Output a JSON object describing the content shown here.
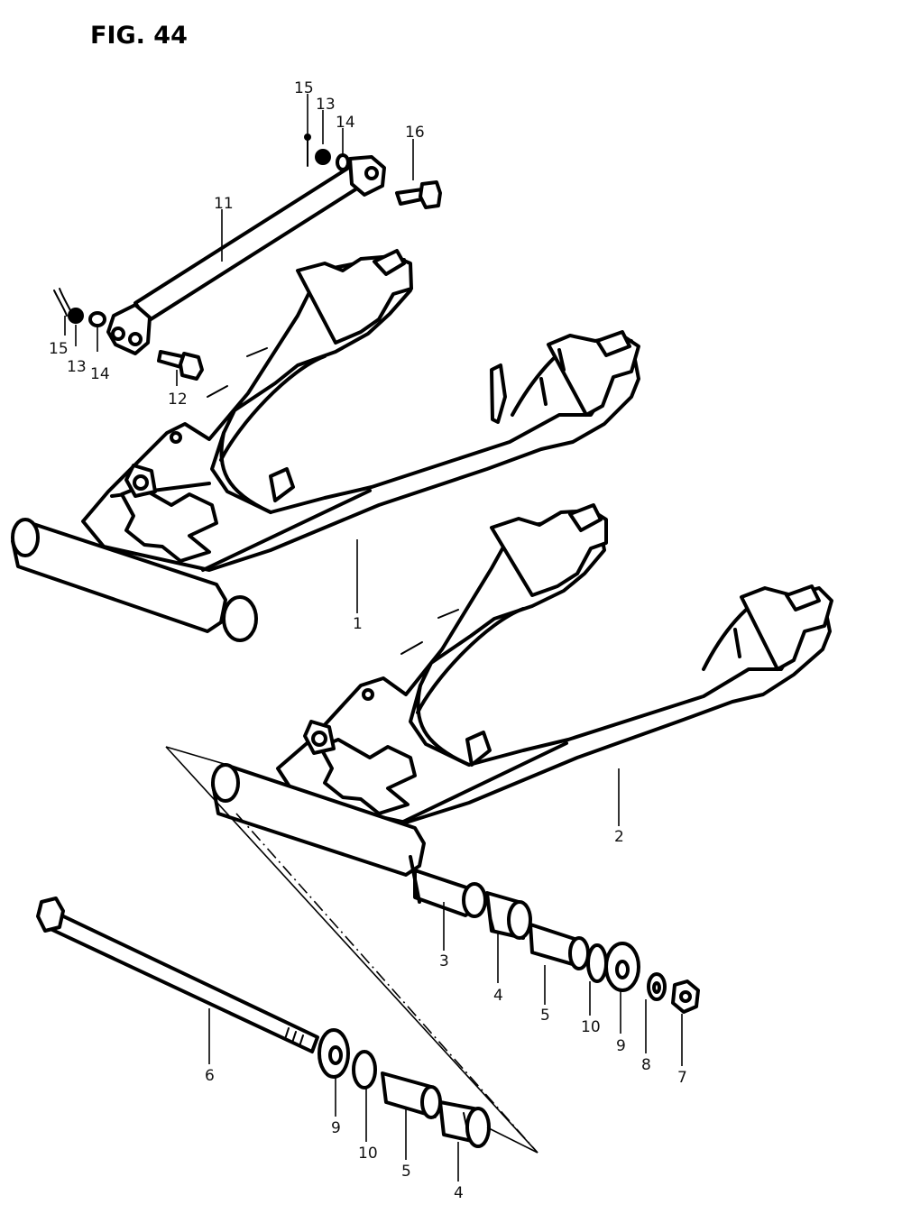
{
  "title": "FIG. 44",
  "callouts": {
    "c1": "1",
    "c2": "2",
    "c3": "3",
    "c4a": "4",
    "c4b": "4",
    "c5a": "5",
    "c5b": "5",
    "c6": "6",
    "c7": "7",
    "c8": "8",
    "c9a": "9",
    "c9b": "9",
    "c10a": "10",
    "c10b": "10",
    "c11": "11",
    "c12": "12",
    "c13a": "13",
    "c13b": "13",
    "c14a": "14",
    "c14b": "14",
    "c15a": "15",
    "c15b": "15",
    "c16": "16"
  }
}
